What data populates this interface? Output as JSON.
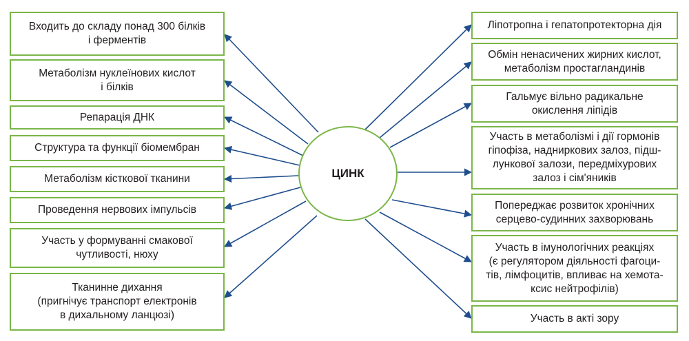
{
  "center": {
    "label": "ЦИНК"
  },
  "left_items": [
    "Входить до складу понад 300 білків\nі ферментів",
    "Метаболізм нуклеїнових кислот\nі білків",
    "Репарація ДНК",
    "Структура та функції біомембран",
    "Метаболізм кісткової тканини",
    "Проведення нервових імпульсів",
    "Участь у формуванні смакової\nчутливості, нюху",
    "Тканинне дихання\n(пригнічує транспорт електронів\nв дихальному ланцюзі)"
  ],
  "right_items": [
    "Ліпотропна і гепатопротекторна дія",
    "Обмін ненасичених жирних кислот,\nметаболізм простагландинів",
    "Гальмує вільно радикальне\nокислення ліпідів",
    "Участь в метаболізмі і дії гормонів\nгіпофіза, надниркових залоз, підш-\nлункової залози, передміхурових\nзалоз і сім'яників",
    "Попереджає розвиток хронічних\nсерцево-судинних захворювань",
    "Участь в імунологічних реакціях\n(є регулятором діяльності фагоци-\nтів, лімфоцитів, впливає на хемота-\nксис нейтрофілів)",
    "Участь в акті зору"
  ],
  "colors": {
    "box_border": "#7ab648",
    "arrow": "#1f4e8c",
    "text": "#231f20"
  }
}
